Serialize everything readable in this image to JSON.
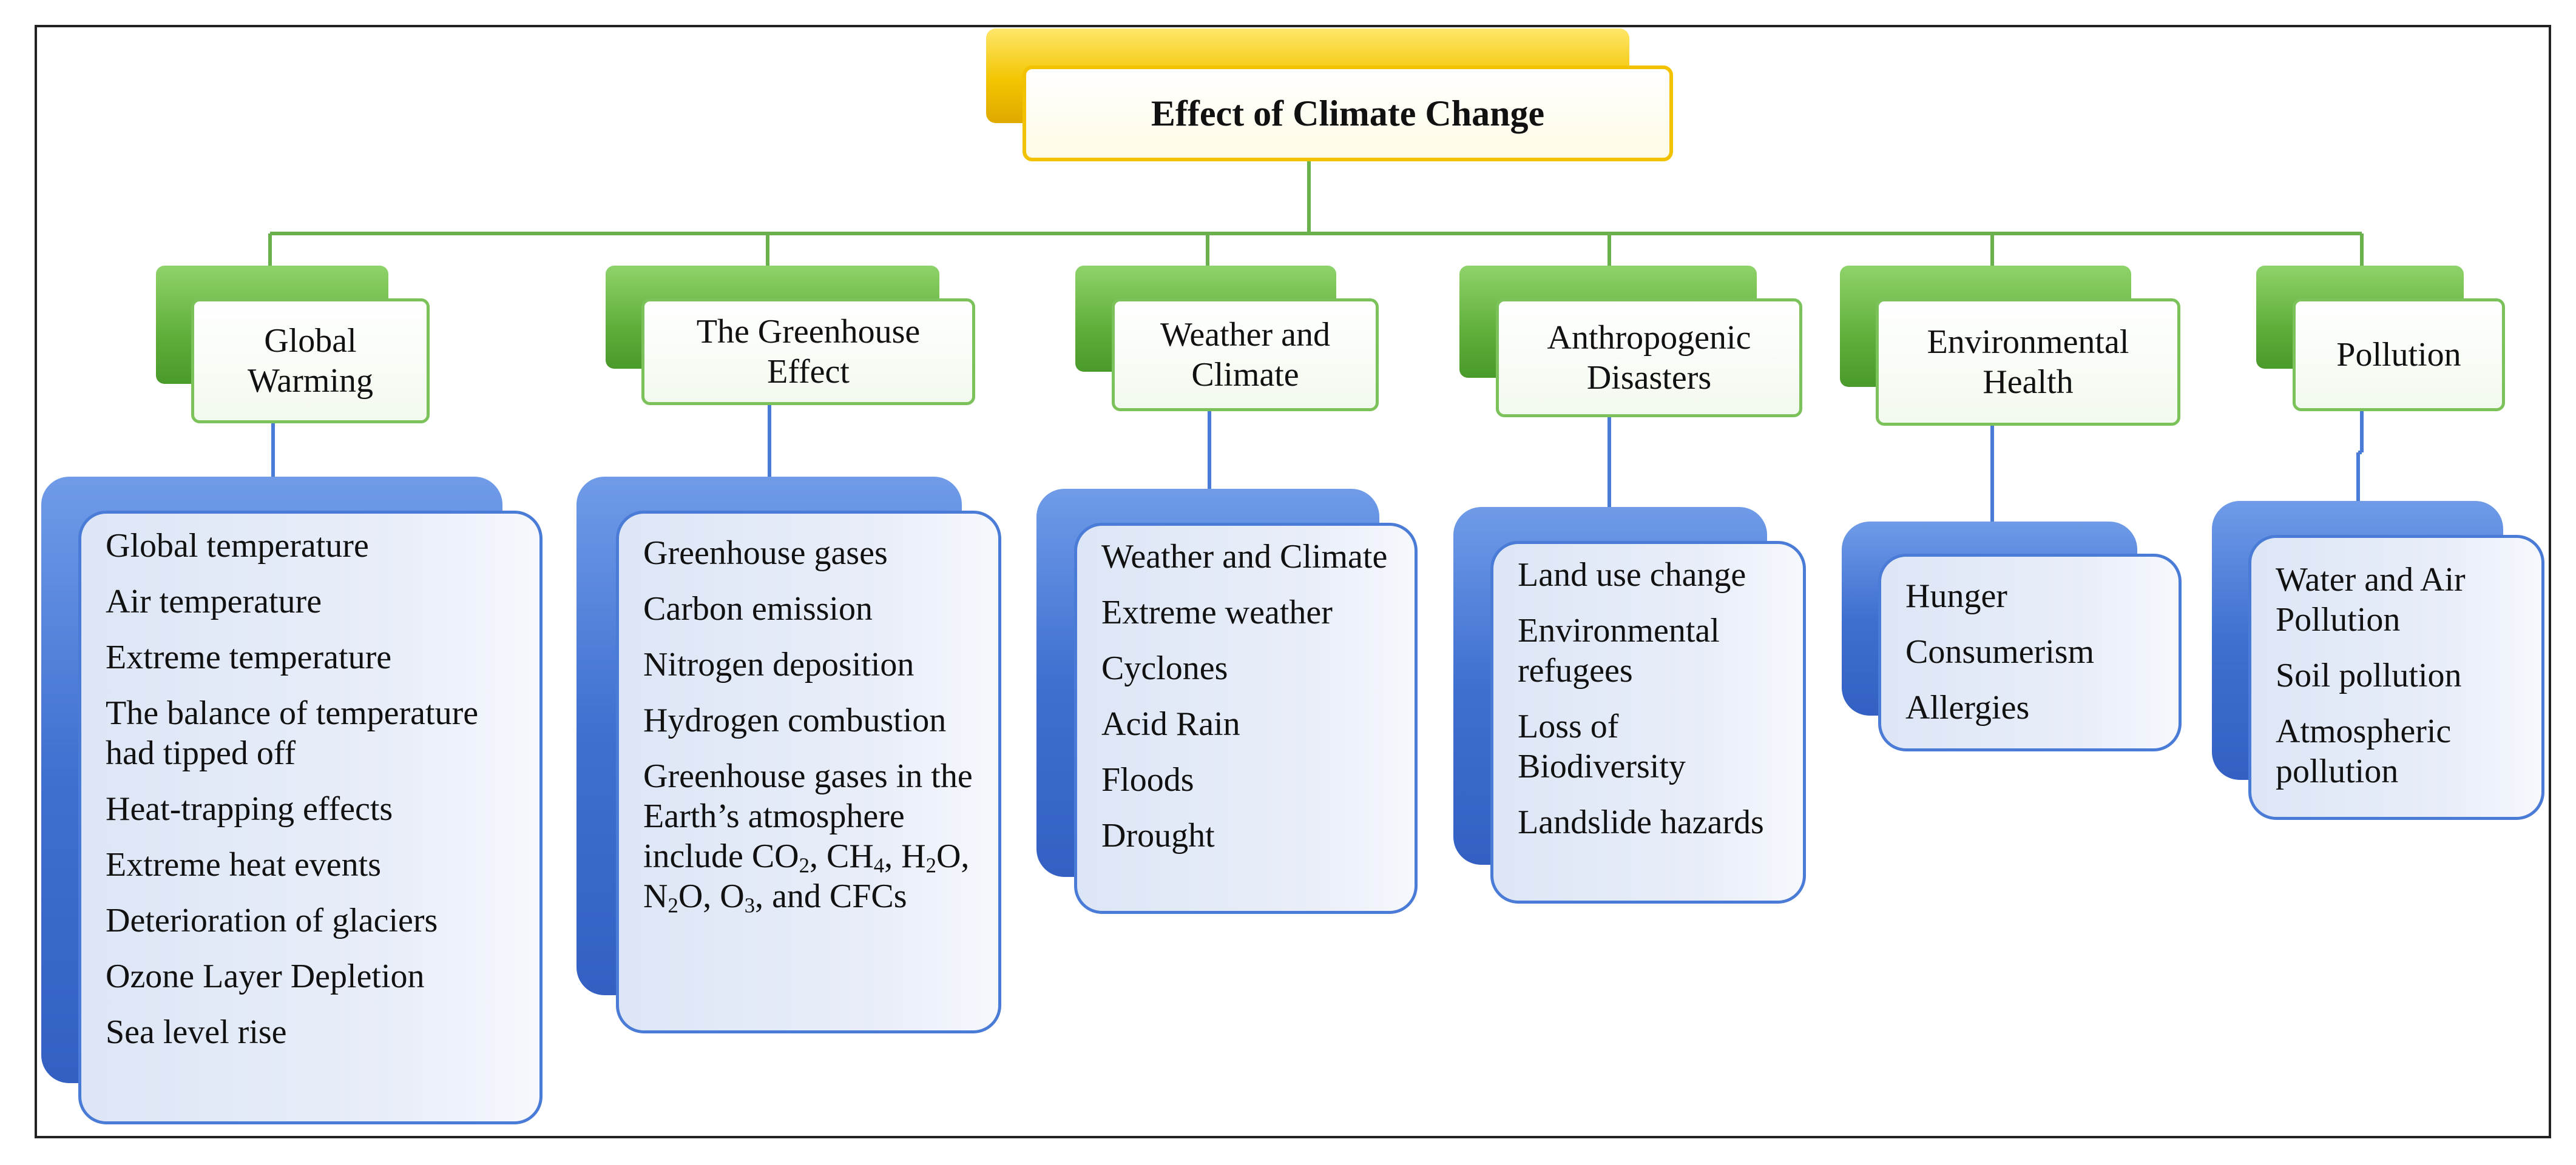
{
  "title": "Effect of Climate Change",
  "colors": {
    "root": "#f2c200",
    "category": "#6bbf45",
    "list": "#4a7bd6",
    "connector_green": "#6ab04c",
    "connector_blue": "#4a7bd6"
  },
  "categories": [
    {
      "label": "Global Warming",
      "items": [
        "Global temperature",
        "Air temperature",
        "Extreme temperature",
        "The balance of temperature had tipped off",
        "Heat-trapping effects",
        "Extreme heat events",
        "Deterioration of glaciers",
        "Ozone Layer Depletion",
        "Sea level rise"
      ]
    },
    {
      "label": "The Greenhouse Effect",
      "items": [
        "Greenhouse gases",
        "Carbon emission",
        "Nitrogen deposition",
        "Hydrogen combustion",
        "Greenhouse gases in the Earth’s atmosphere include CO2, CH4, H2O, N2O, O3, and CFCs"
      ]
    },
    {
      "label": "Weather and Climate",
      "items": [
        "Weather and Climate",
        "Extreme weather",
        "Cyclones",
        "Acid Rain",
        "Floods",
        "Drought"
      ]
    },
    {
      "label": "Anthropogenic Disasters",
      "items": [
        "Land use change",
        "Environmental refugees",
        "Loss of Biodiversity",
        "Landslide hazards"
      ]
    },
    {
      "label": "Environmental Health",
      "items": [
        "Hunger",
        "Consumerism",
        "Allergies"
      ]
    },
    {
      "label": "Pollution",
      "items": [
        "Water and Air Pollution",
        "Soil pollution",
        "Atmospheric pollution"
      ]
    }
  ]
}
